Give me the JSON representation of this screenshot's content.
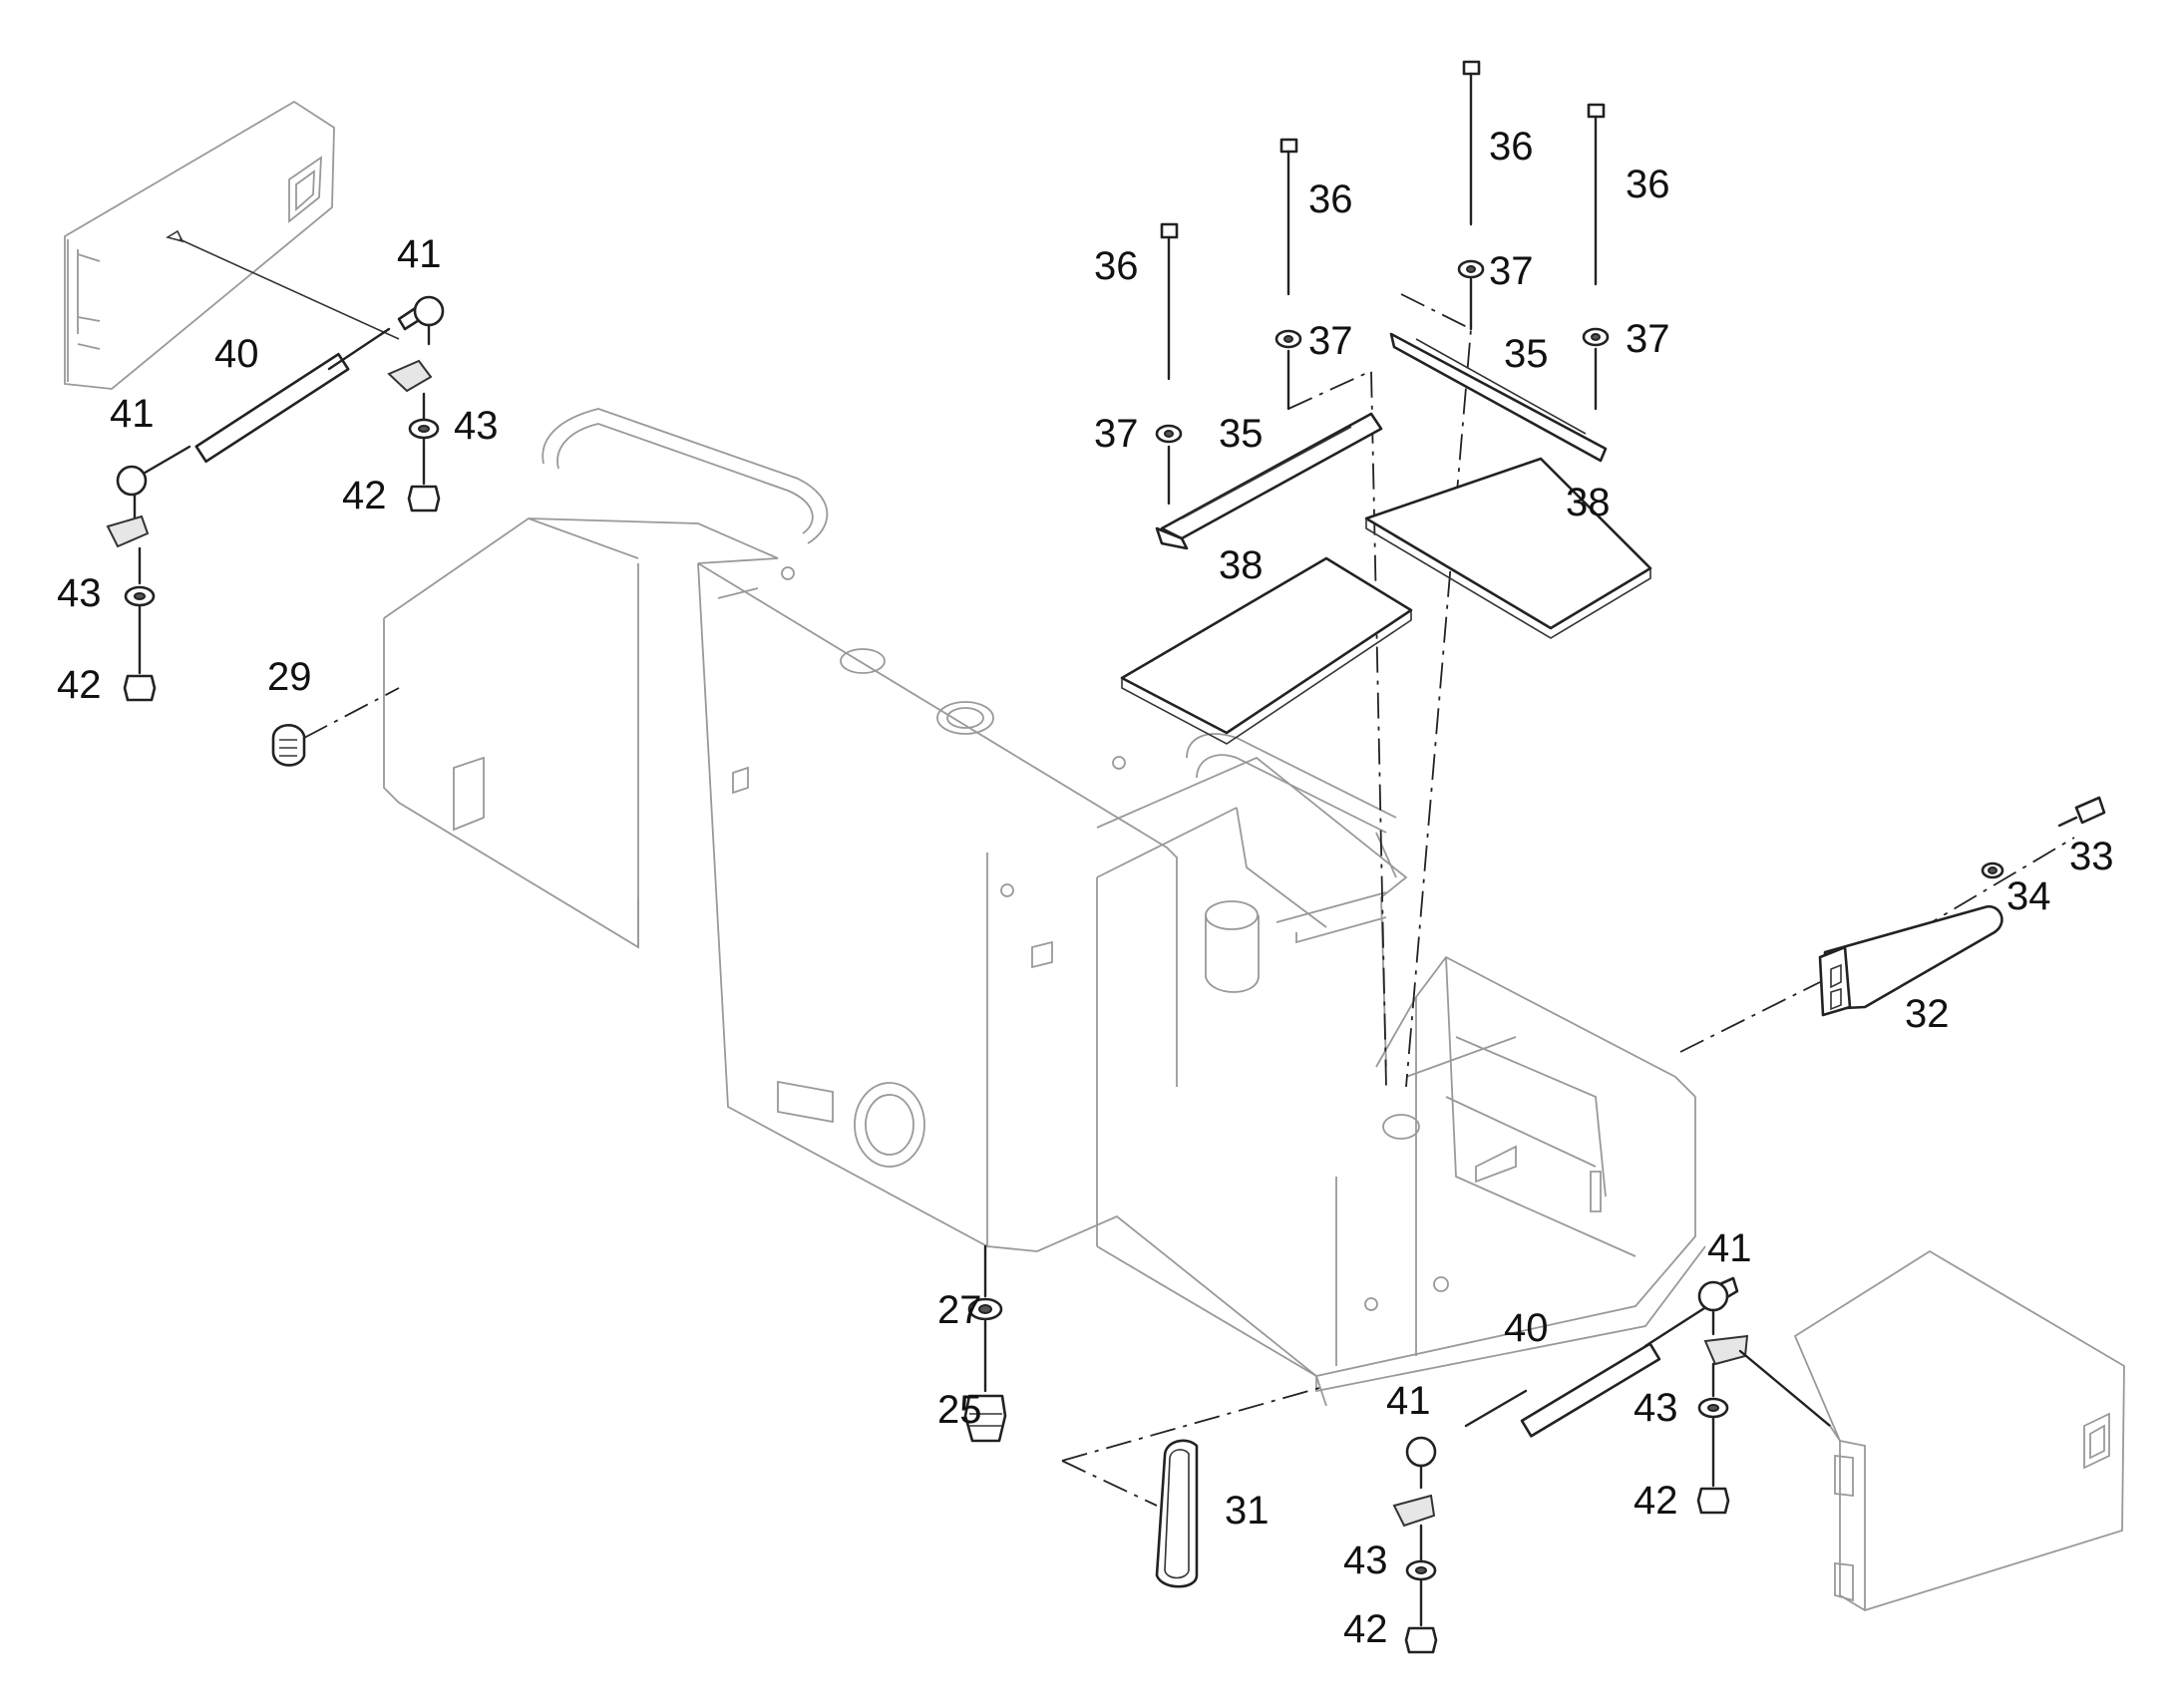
{
  "diagram": {
    "callouts": [
      {
        "id": "c40a",
        "text": "40"
      },
      {
        "id": "c41a",
        "text": "41"
      },
      {
        "id": "c41b",
        "text": "41"
      },
      {
        "id": "c43a",
        "text": "43"
      },
      {
        "id": "c42a",
        "text": "42"
      },
      {
        "id": "c43b",
        "text": "43"
      },
      {
        "id": "c42b",
        "text": "42"
      },
      {
        "id": "c29",
        "text": "29"
      },
      {
        "id": "c36a",
        "text": "36"
      },
      {
        "id": "c36b",
        "text": "36"
      },
      {
        "id": "c36c",
        "text": "36"
      },
      {
        "id": "c36d",
        "text": "36"
      },
      {
        "id": "c37a",
        "text": "37"
      },
      {
        "id": "c37b",
        "text": "37"
      },
      {
        "id": "c37c",
        "text": "37"
      },
      {
        "id": "c37d",
        "text": "37"
      },
      {
        "id": "c35a",
        "text": "35"
      },
      {
        "id": "c35b",
        "text": "35"
      },
      {
        "id": "c38a",
        "text": "38"
      },
      {
        "id": "c38b",
        "text": "38"
      },
      {
        "id": "c33",
        "text": "33"
      },
      {
        "id": "c34",
        "text": "34"
      },
      {
        "id": "c32",
        "text": "32"
      },
      {
        "id": "c27",
        "text": "27"
      },
      {
        "id": "c25",
        "text": "25"
      },
      {
        "id": "c31",
        "text": "31"
      },
      {
        "id": "c40b",
        "text": "40"
      },
      {
        "id": "c41c",
        "text": "41"
      },
      {
        "id": "c41d",
        "text": "41"
      },
      {
        "id": "c43c",
        "text": "43"
      },
      {
        "id": "c42c",
        "text": "42"
      },
      {
        "id": "c43d",
        "text": "43"
      },
      {
        "id": "c42d",
        "text": "42"
      }
    ]
  }
}
